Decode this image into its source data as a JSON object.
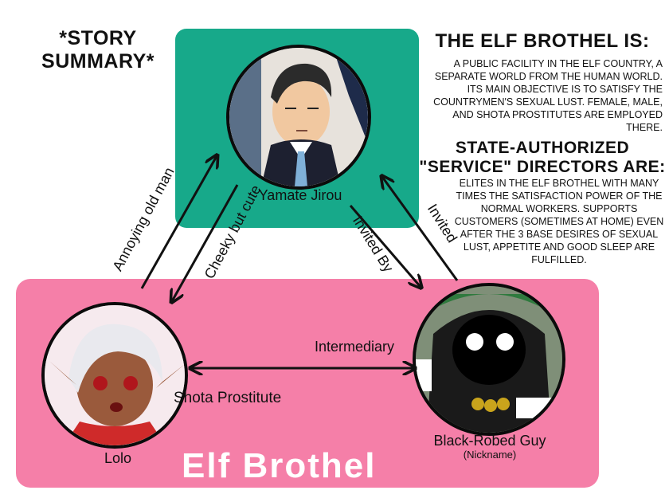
{
  "summary_title": "*STORY SUMMARY*",
  "nodes": {
    "yamate": {
      "name": "Yamate Jirou"
    },
    "lolo": {
      "name": "Lolo"
    },
    "black_robed": {
      "name": "Black-Robed Guy",
      "nickname": "(Nickname)"
    }
  },
  "groups": {
    "brothel": "Elf Brothel"
  },
  "edges": {
    "annoying": "Annoying old man",
    "cheeky": "Cheeky but cute",
    "invited_by": "Invited By",
    "invited": "Invited",
    "intermediary": "Intermediary",
    "shota": "Shota Prostitute"
  },
  "info": {
    "brothel_heading": "THE ELF BROTHEL IS:",
    "brothel_desc": "A public facility in the elf country, a separate world from the human world. Its main objective is to satisfy the countrymen's sexual lust. Female, male, and shota prostitutes are employed there.",
    "directors_heading": "STATE-AUTHORIZED \"SERVICE\" DIRECTORS ARE:",
    "directors_desc": "Elites in the elf brothel with many times the satisfaction power of the normal workers. Supports customers (sometimes at home) even after the 3 base desires of sexual lust, appetite and good sleep are fulfilled."
  },
  "colors": {
    "teal": "#17a98a",
    "pink": "#f57fa8"
  }
}
